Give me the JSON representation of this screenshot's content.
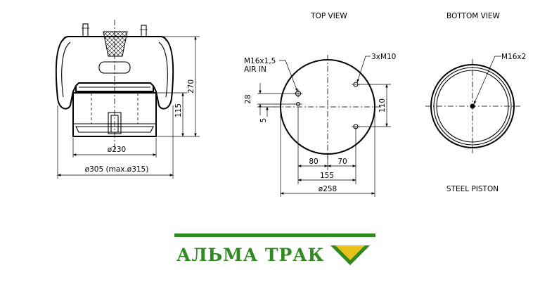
{
  "views": {
    "top_title": "TOP VIEW",
    "bottom_title": "BOTTOM VIEW",
    "piston_label": "STEEL PISTON"
  },
  "side_view": {
    "dia_piston": "ø230",
    "dia_bellow": "ø305 (max.ø315)",
    "height_total": "270",
    "height_piston": "115"
  },
  "top_view": {
    "thread_air_line1": "M16x1,5",
    "thread_air_line2": "AIR IN",
    "bolts": "3xM10",
    "dim_28": "28",
    "dim_5": "5",
    "dim_110": "110",
    "dim_80": "80",
    "dim_70": "70",
    "dim_155": "155",
    "dim_258": "ø258"
  },
  "bottom_view": {
    "thread": "M16x2"
  },
  "brand": {
    "name": "АЛЬМА ТРАК",
    "color": "#2f8a1f",
    "accent": "#e8c21a",
    "icon": "chevron-check-icon"
  }
}
